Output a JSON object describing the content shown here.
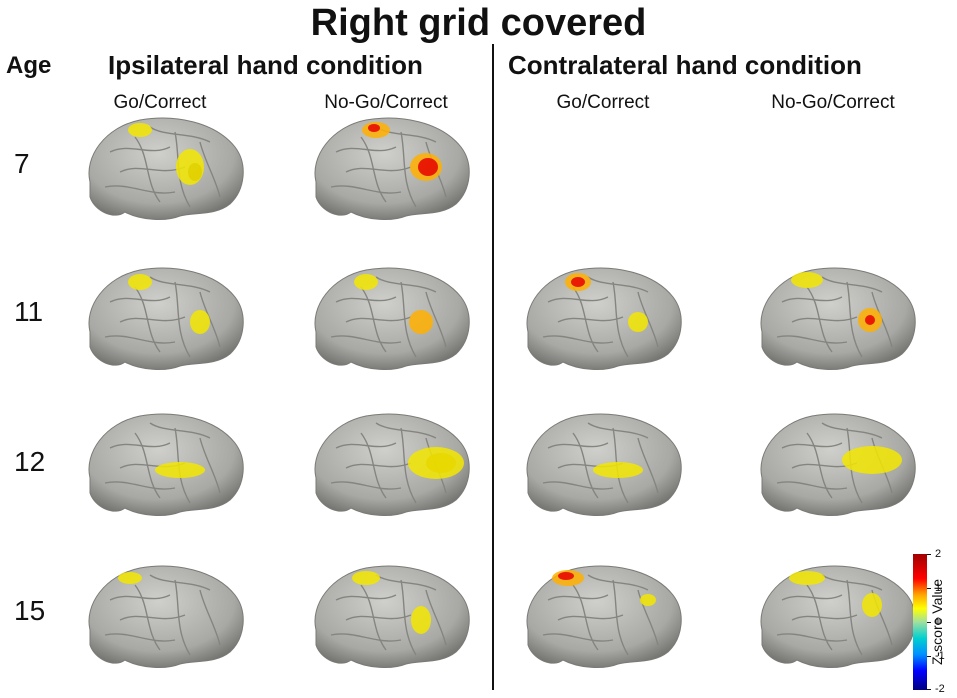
{
  "title": "Right grid covered",
  "age_header": "Age",
  "sections": {
    "ipsilateral": "Ipsilateral hand condition",
    "contralateral": "Contralateral hand condition"
  },
  "column_labels": {
    "ipsi_go": "Go/Correct",
    "ipsi_nogo": "No-Go/Correct",
    "contra_go": "Go/Correct",
    "contra_nogo": "No-Go/Correct"
  },
  "ages": [
    "7",
    "11",
    "12",
    "15"
  ],
  "colorbar": {
    "title": "Z-score Value",
    "ticks": [
      "2",
      "1",
      "0",
      "-1",
      "-2"
    ],
    "colors": {
      "high": "#a00000",
      "mid_high": "#ffff00",
      "zero": "#a0e0a0",
      "low": "#000080"
    }
  },
  "brain_surface_color": "#a8a8a4"
}
